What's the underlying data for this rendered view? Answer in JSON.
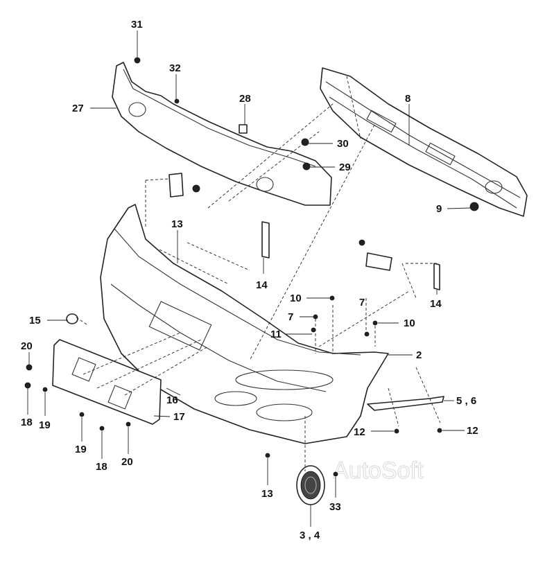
{
  "watermark": "AutoSoft",
  "callouts": {
    "c31": "31",
    "c32": "32",
    "c27": "27",
    "c28": "28",
    "c30": "30",
    "c29": "29",
    "c8": "8",
    "c9": "9",
    "c13a": "13",
    "c14a": "14",
    "c10a": "10",
    "c7a": "7",
    "c7b": "7",
    "c10b": "10",
    "c14b": "14",
    "c11": "11",
    "c2": "2",
    "c15": "15",
    "c20a": "20",
    "c16": "16",
    "c17": "17",
    "c56": "5 , 6",
    "c18a": "18",
    "c19a": "19",
    "c19b": "19",
    "c18b": "18",
    "c20b": "20",
    "c12a": "12",
    "c12b": "12",
    "c13b": "13",
    "c33": "33",
    "c34": "3 , 4"
  }
}
